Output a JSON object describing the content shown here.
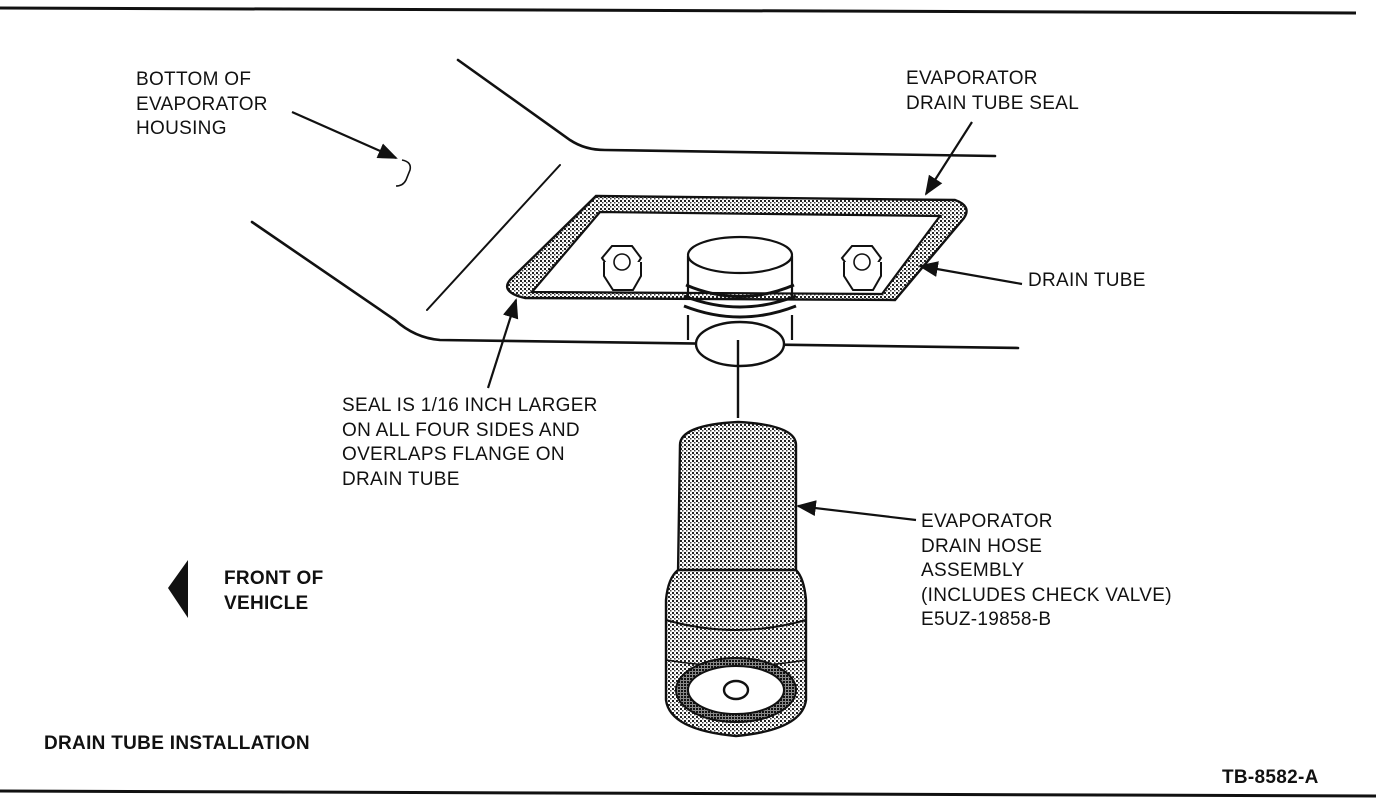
{
  "labels": {
    "bottom_housing": [
      "BOTTOM OF",
      "EVAPORATOR",
      "HOUSING"
    ],
    "seal": [
      "EVAPORATOR",
      "DRAIN TUBE SEAL"
    ],
    "drain_tube": "DRAIN TUBE",
    "seal_note": [
      "SEAL IS 1/16 INCH LARGER",
      "ON ALL FOUR SIDES AND",
      "OVERLAPS FLANGE ON",
      "DRAIN TUBE"
    ],
    "hose": [
      "EVAPORATOR",
      "DRAIN HOSE",
      "ASSEMBLY",
      "(INCLUDES CHECK VALVE)",
      "E5UZ-19858-B"
    ],
    "front": [
      "FRONT OF",
      "VEHICLE"
    ]
  },
  "caption": "DRAIN TUBE INSTALLATION",
  "figure_id": "TB-8582-A"
}
